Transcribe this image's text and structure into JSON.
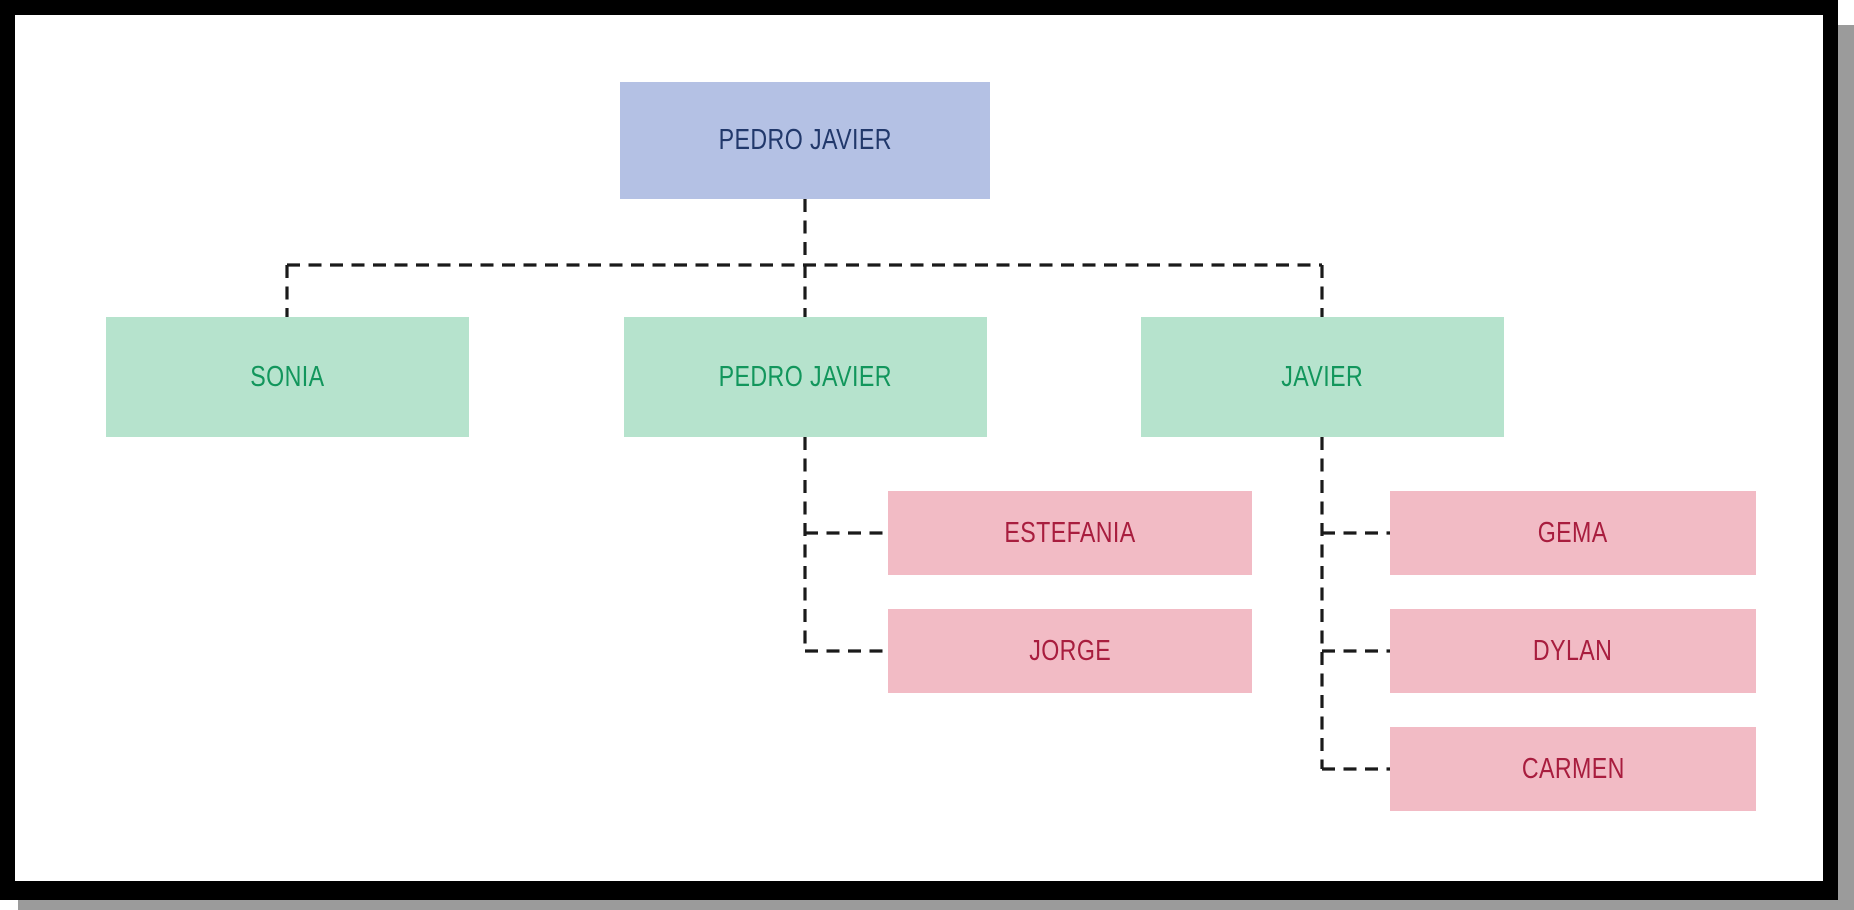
{
  "colors": {
    "frame": "#000000",
    "shadow": "#9b9b9b",
    "canvas": "#ffffff",
    "root_fill": "#b4c1e4",
    "root_text": "#21386b",
    "level2_fill": "#b6e3cd",
    "level2_text": "#12965c",
    "level3_fill": "#f2bbc5",
    "level3_text": "#a81d3e",
    "connector": "#1a1a1a"
  },
  "tree": {
    "root": {
      "label": "PEDRO JAVIER"
    },
    "children": [
      {
        "label": "SONIA",
        "children": []
      },
      {
        "label": "PEDRO JAVIER",
        "children": [
          {
            "label": "ESTEFANIA"
          },
          {
            "label": "JORGE"
          }
        ]
      },
      {
        "label": "JAVIER",
        "children": [
          {
            "label": "GEMA"
          },
          {
            "label": "DYLAN"
          },
          {
            "label": "CARMEN"
          }
        ]
      }
    ]
  }
}
